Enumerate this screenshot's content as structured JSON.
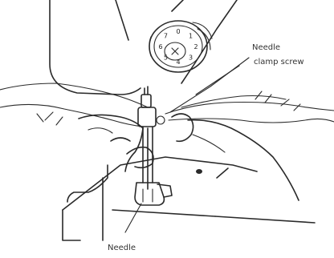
{
  "labels": {
    "needle_clamp_screw": [
      "Needle",
      "clamp screw"
    ],
    "needle": "Needle"
  },
  "dial": {
    "digits": [
      "0",
      "1",
      "2",
      "3",
      "4",
      "5",
      "6",
      "7"
    ]
  },
  "colors": {
    "ink": "#2a2a2a",
    "background": "#ffffff"
  }
}
